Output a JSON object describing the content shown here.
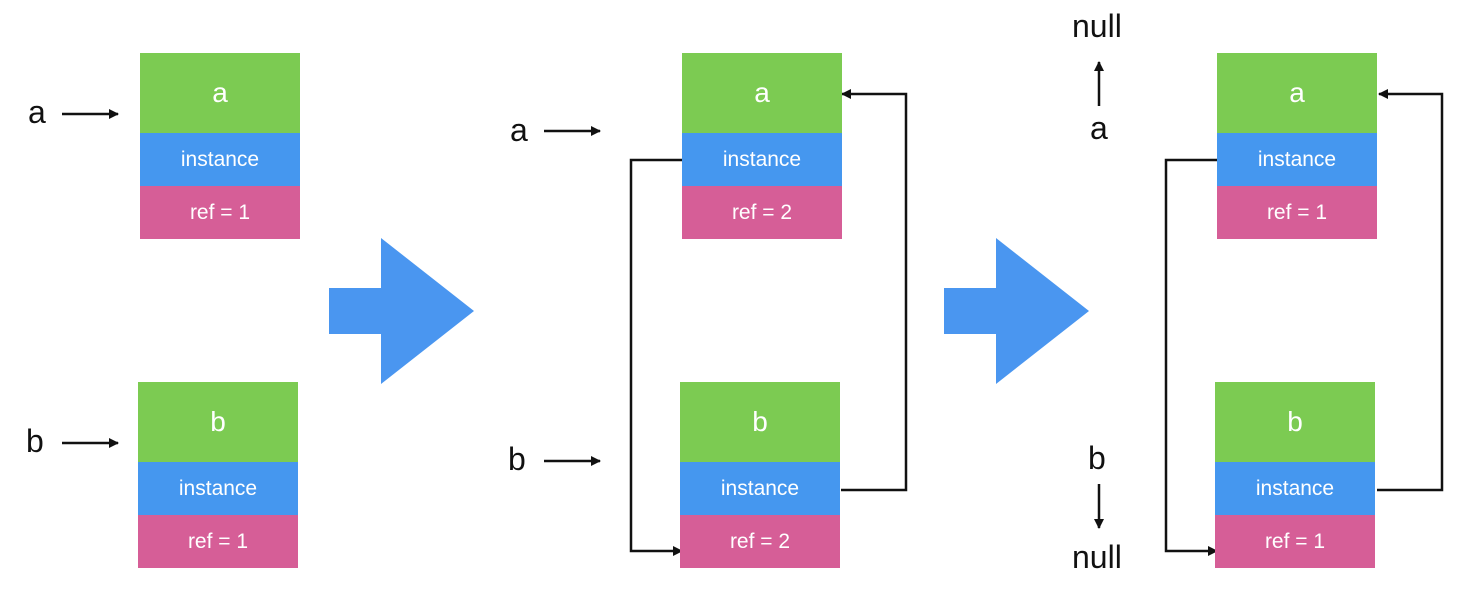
{
  "colors": {
    "name_block": "#7ccb52",
    "instance_block": "#4597ef",
    "ref_block": "#d65e97",
    "transition_arrow": "#4a96f0",
    "line": "#111111"
  },
  "stages": [
    {
      "blocks": [
        {
          "name": "a",
          "instance": "instance",
          "ref": "ref = 1"
        },
        {
          "name": "b",
          "instance": "instance",
          "ref": "ref = 1"
        }
      ],
      "vars": [
        "a",
        "b"
      ]
    },
    {
      "blocks": [
        {
          "name": "a",
          "instance": "instance",
          "ref": "ref = 2"
        },
        {
          "name": "b",
          "instance": "instance",
          "ref": "ref = 2"
        }
      ],
      "vars": [
        "a",
        "b"
      ]
    },
    {
      "blocks": [
        {
          "name": "a",
          "instance": "instance",
          "ref": "ref = 1"
        },
        {
          "name": "b",
          "instance": "instance",
          "ref": "ref = 1"
        }
      ],
      "vars": [
        "a",
        "b"
      ],
      "null_labels": [
        "null",
        "null"
      ]
    }
  ]
}
